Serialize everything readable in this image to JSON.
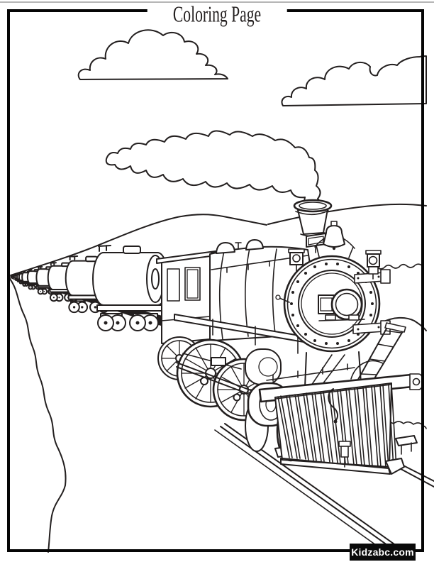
{
  "page": {
    "title": "Coloring Page",
    "brand": {
      "label": "Kidzabc.com"
    },
    "colors": {
      "paper": "#ffffff",
      "ink": "#231f1f",
      "border": "#050505",
      "badge_bg": "#0a0a0a",
      "badge_text": "#ffffff",
      "page_edge": "#b5b5b5"
    }
  },
  "illustration": {
    "description": "Black-and-white coloring-book line drawing of a steam locomotive pulling a long string of tanker cars toward the viewer along a cliff-side railroad track, with rolling hills, two clouds, and smoke trailing from the smokestack.",
    "tanker_car_count": 12
  }
}
